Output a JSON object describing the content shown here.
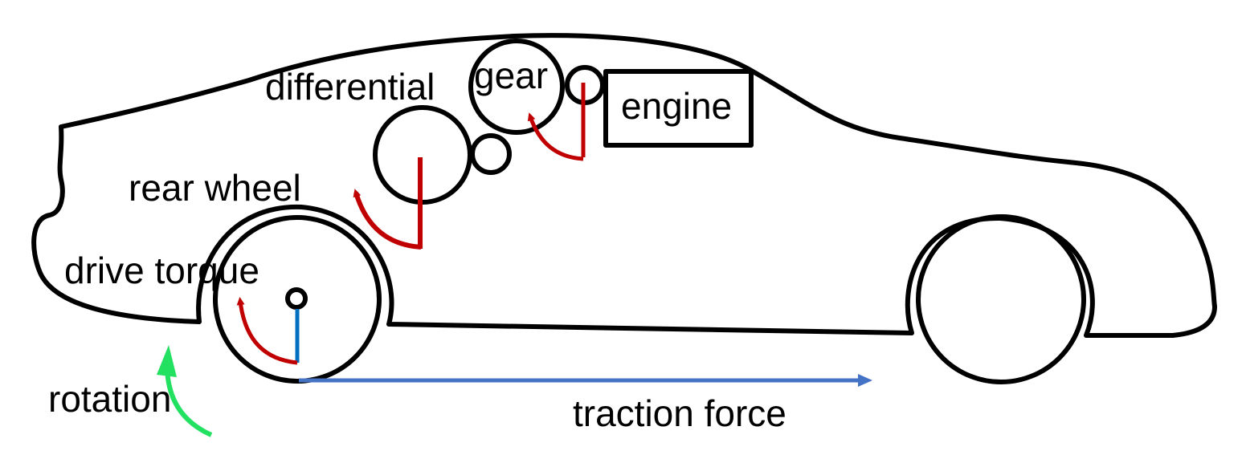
{
  "labels": {
    "differential": "differential",
    "gear": "gear",
    "engine": "engine",
    "rear_wheel": "rear wheel",
    "drive_torque": "drive torque",
    "rotation": "rotation",
    "traction_force": "traction force"
  },
  "colors": {
    "outline": "#000000",
    "torque_arrow": "#C00000",
    "torque_arm": "#C00000",
    "wheel_radius": "#0070C0",
    "traction_arrow": "#4472C4",
    "rotation_arrow": "#22E060"
  }
}
